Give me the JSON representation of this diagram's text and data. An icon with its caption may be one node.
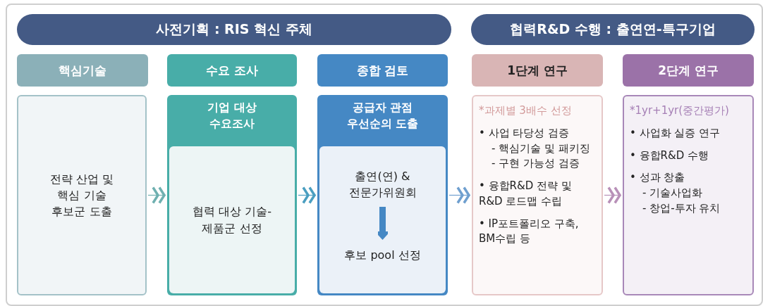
{
  "diagram": {
    "nodes": [
      {
        "text": [
          "사전기획 : RIS 혁신 주체"
        ]
      },
      {
        "text": [
          "협력R&D 수행 : 출연연-특구기업"
        ]
      },
      {
        "text": [
          "핵심기술"
        ]
      },
      {
        "text": [
          "수요 조사"
        ]
      },
      {
        "text": [
          "종합 검토"
        ]
      },
      {
        "text": [
          "1단계 연구"
        ]
      },
      {
        "text": [
          "2단계 연구"
        ]
      },
      {
        "text": [
          "전략 산업 및 핵심 기술 후보군 도출"
        ]
      },
      {
        "text": [
          "기업 대상 수요조사"
        ]
      },
      {
        "text": [
          "협력 대상 기술-제품군 선정"
        ],
        "in": 8
      },
      {
        "text": [
          "공급자 관점 우선순의 도출"
        ]
      },
      {
        "text": [],
        "shape": "box",
        "in": 10
      },
      {
        "text": [
          "출연(연) & 전문가위원회"
        ],
        "in": 11
      },
      {
        "text": [
          "후보 pool 선정"
        ],
        "in": 11
      },
      {
        "text": [
          "*과제별 3배수 선정",
          "• 사업 타당성 검증",
          "- 핵심기술 및 패키징",
          "- 구현 가능성 검증",
          "• 융합R&D 전략 및 R&D 로드맵 수립",
          "• IP포트폴리오 구축, BM수립 등"
        ]
      },
      {
        "text": [
          "*1yr+1yr(중간평가)",
          "• 사업화 실증 연구",
          "• 융합R&D 수행",
          "• 성과 창출",
          "- 기술사업화",
          "- 창업-투자 유치"
        ]
      }
    ],
    "edges": [
      {
        "from": 7,
        "to": 8,
        "arrow": "to",
        "color": "#6fb0b0"
      },
      {
        "from": 8,
        "to": 10,
        "arrow": "to",
        "color": "#4a9ec0"
      },
      {
        "from": 10,
        "to": 14,
        "arrow": "to",
        "color": "#6f9fcf"
      },
      {
        "from": 12,
        "to": 13,
        "arrow": "to",
        "style": "thick",
        "color": "#4588c4"
      },
      {
        "from": 14,
        "to": 15,
        "arrow": "to",
        "color": "#b890b8"
      }
    ]
  }
}
